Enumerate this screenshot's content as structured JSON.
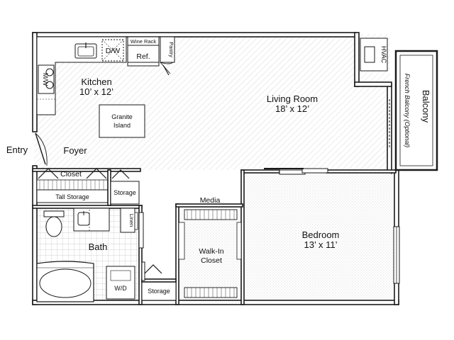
{
  "rooms": {
    "kitchen": {
      "name": "Kitchen",
      "dims": "10’ x 12’"
    },
    "living_room": {
      "name": "Living Room",
      "dims": "18’ x 12’"
    },
    "bedroom": {
      "name": "Bedroom",
      "dims": "13’ x 11’"
    },
    "balcony": {
      "name": "Balcony"
    },
    "bath": {
      "name": "Bath"
    },
    "walk_in_closet": {
      "line1": "Walk-In",
      "line2": "Closet"
    },
    "foyer": {
      "name": "Foyer"
    }
  },
  "labels": {
    "entry": "Entry",
    "dishwasher": "D/W",
    "wine_rack": "Wine Rack",
    "refrigerator": "Ref.",
    "pantry": "Pantry",
    "microwave": "M/W",
    "hvac": "HVAC",
    "french_balcony": "French Balcony (Optional)",
    "granite_island_line1": "Granite",
    "granite_island_line2": "Island",
    "closet": "Closet",
    "tall_storage": "Tall Storage",
    "storage_upper": "Storage",
    "storage_lower": "Storage",
    "linen": "Linen",
    "washer_dryer": "W/D",
    "media": "Media"
  }
}
